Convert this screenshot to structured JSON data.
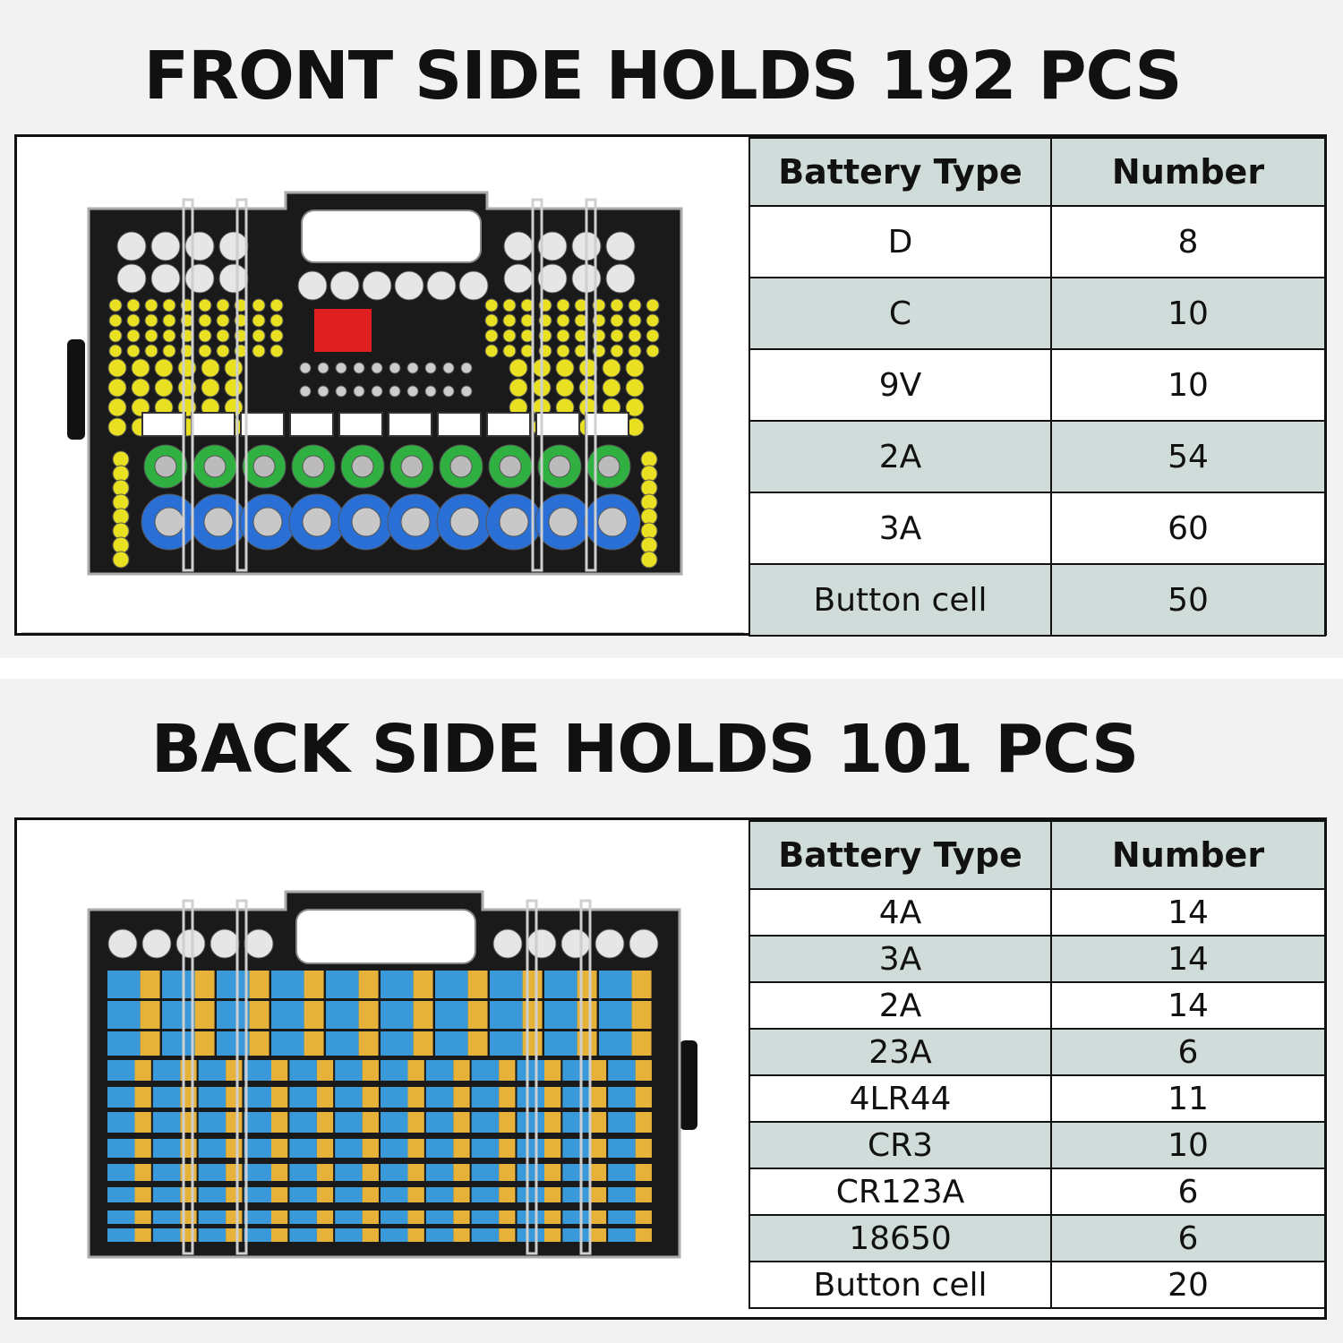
{
  "front": {
    "heading": "FRONT SIDE HOLDS 192 PCS",
    "table": {
      "headers": [
        "Battery Type",
        "Number"
      ],
      "rows": [
        {
          "type": "D",
          "number": "8"
        },
        {
          "type": "C",
          "number": "10"
        },
        {
          "type": "9V",
          "number": "10"
        },
        {
          "type": "2A",
          "number": "54"
        },
        {
          "type": "3A",
          "number": "60"
        },
        {
          "type": "Button cell",
          "number": "50"
        }
      ]
    }
  },
  "back": {
    "heading": "BACK SIDE HOLDS 101 PCS",
    "table": {
      "headers": [
        "Battery Type",
        "Number"
      ],
      "rows": [
        {
          "type": "4A",
          "number": "14"
        },
        {
          "type": "3A",
          "number": "14"
        },
        {
          "type": "2A",
          "number": "14"
        },
        {
          "type": "23A",
          "number": "6"
        },
        {
          "type": "4LR44",
          "number": "11"
        },
        {
          "type": "CR3",
          "number": "10"
        },
        {
          "type": "CR123A",
          "number": "6"
        },
        {
          "type": "18650",
          "number": "6"
        },
        {
          "type": "Button cell",
          "number": "20"
        }
      ]
    }
  },
  "colors": {
    "table_shade": "#cfdcda",
    "aa_yellow": "#e8e020",
    "c_green": "#2fb040",
    "d_blue": "#2a6fd6",
    "tester_red": "#e02020",
    "nimh_blue": "#3a9ad9",
    "nimh_gold": "#e6b23a"
  }
}
